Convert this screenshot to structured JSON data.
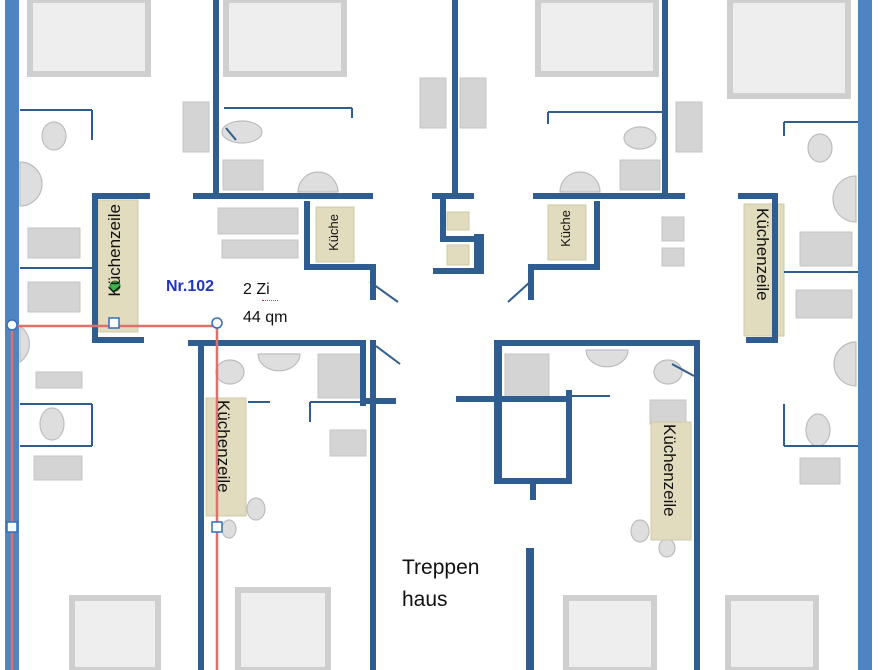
{
  "plan": {
    "unit": {
      "number": "Nr.102",
      "rooms": "2 Zi",
      "area": "44 qm"
    },
    "labels": {
      "kuechenzeile": "Küchenzeile",
      "kueche": "Küche",
      "treppenhaus_line1": "Treppen",
      "treppenhaus_line2": "haus"
    },
    "colors": {
      "wall": "#2f5d8f",
      "outer_wall": "#4f84c2",
      "fixture": "#d7d7d7",
      "kitchen_strip": "#e2dcbf",
      "selection": "#e0706a",
      "handle": "#2f6fbf"
    }
  }
}
